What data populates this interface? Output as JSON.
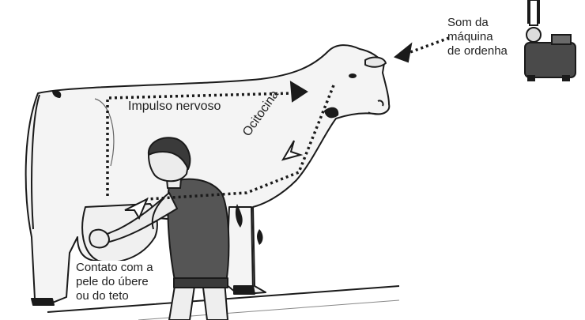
{
  "labels": {
    "machine_sound": [
      "Som da",
      "máquina",
      "de ordenha"
    ],
    "nerve_impulse": "Impulso nervoso",
    "oxytocin": "Ocitocina",
    "skin_contact": [
      "Contato com a",
      "pele do úbere",
      "ou do teto"
    ]
  },
  "colors": {
    "outline": "#1a1a1a",
    "cow_fill": "#f4f4f4",
    "shirt": "#555555",
    "skin": "#ececec",
    "machine": "#4a4a4a",
    "dotted_path": "#1a1a1a"
  },
  "icons": {
    "cow": "cow-illustration",
    "milker": "person-milking-illustration",
    "machine": "milking-machine-illustration"
  }
}
